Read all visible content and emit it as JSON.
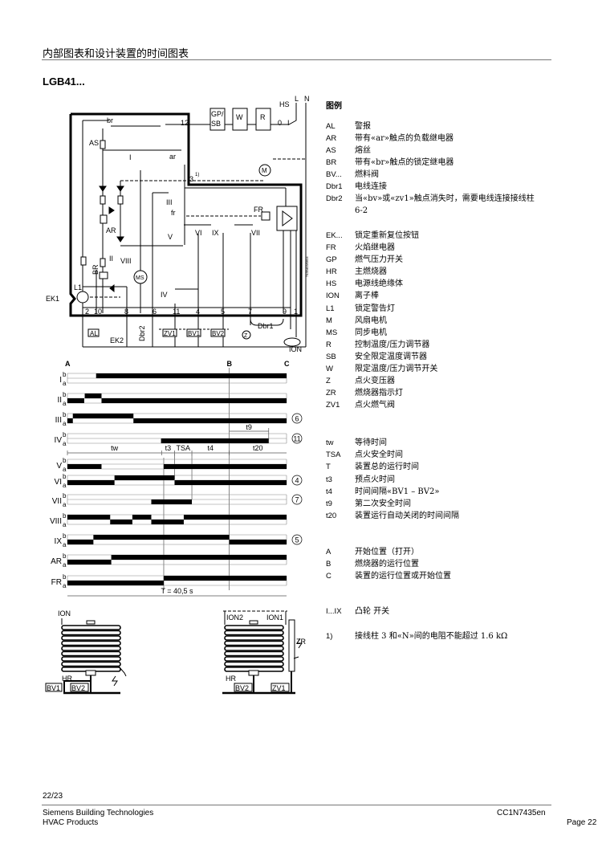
{
  "header": {
    "title": "内部图表和设计装置的时间图表",
    "model": "LGB41..."
  },
  "wiring": {
    "terminals": [
      "2",
      "10",
      "8",
      "6",
      "11",
      "4",
      "5",
      "7",
      "9",
      "1"
    ],
    "terminal_12": "12",
    "terminal_3": "3",
    "footnote_mark": "1)",
    "boxes": {
      "gpsb_1": "GP/",
      "gpsb_2": "SB",
      "w": "W",
      "r": "R",
      "al": "AL",
      "zv1": "ZV1",
      "bv1": "BV1",
      "bv2": "BV2"
    },
    "labels": {
      "hs": "HS",
      "l": "L",
      "n": "N",
      "zero": "0",
      "one": "I",
      "as": "AS",
      "l1": "L1",
      "ek1": "EK1",
      "ek2": "EK2",
      "ar": "AR",
      "br": "BR",
      "ms": "MS",
      "m": "M",
      "fr": "FR",
      "fr_contact": "fr",
      "br_contact": "br",
      "ar_contact": "ar",
      "dbr1": "Dbr1",
      "dbr2": "Dbr2",
      "ion": "ION",
      "z": "Z",
      "cam_i": "I",
      "cam_ii": "II",
      "cam_iii": "III",
      "cam_iv": "IV",
      "cam_v": "V",
      "cam_vi": "VI",
      "cam_vii": "VII",
      "cam_viii": "VIII",
      "cam_ix": "IX",
      "a": "a",
      "b": "b"
    }
  },
  "chart_data": {
    "type": "timing",
    "title": "",
    "unit": "s",
    "total_label": "T = 40,5 s",
    "xlim": [
      0,
      40.5
    ],
    "markers": [
      {
        "label": "A",
        "t": 0
      },
      {
        "label": "B",
        "t": 29.9
      },
      {
        "label": "C",
        "t": 40.5
      }
    ],
    "rows": [
      {
        "name": "I",
        "b": [
          [
            5.3,
            40.5
          ]
        ],
        "a": []
      },
      {
        "name": "II",
        "b": [
          [
            3.2,
            6.3
          ]
        ],
        "a": [
          [
            0,
            3.1
          ],
          [
            6.3,
            40.5
          ]
        ]
      },
      {
        "name": "III",
        "b": [
          [
            1.0,
            12.2
          ]
        ],
        "a": [
          [
            0,
            1.0
          ],
          [
            12.2,
            40.5
          ]
        ],
        "note": "6"
      },
      {
        "name": "IV",
        "b": [],
        "a": [
          [
            17.3,
            37.2
          ]
        ],
        "note": "11"
      },
      {
        "name": "V",
        "b": [],
        "a": [
          [
            0,
            6.3
          ],
          [
            17.8,
            40.5
          ]
        ]
      },
      {
        "name": "VI",
        "b": [
          [
            8.7,
            19.8
          ]
        ],
        "a": [
          [
            0,
            8.7
          ],
          [
            19.8,
            40.5
          ]
        ],
        "note": "4"
      },
      {
        "name": "VII",
        "b": [],
        "a": [
          [
            15.5,
            23.0
          ]
        ],
        "note": "7"
      },
      {
        "name": "VIII",
        "b": [
          [
            0,
            7.9
          ],
          [
            12.0,
            15.5
          ],
          [
            21.5,
            40.5
          ]
        ],
        "a": [
          [
            7.9,
            12.0
          ],
          [
            15.5,
            21.5
          ]
        ]
      },
      {
        "name": "IX",
        "b": [
          [
            4.8,
            29.9
          ]
        ],
        "a": [
          [
            0,
            4.8
          ],
          [
            29.9,
            40.5
          ]
        ],
        "note": "5"
      },
      {
        "name": "AR",
        "b": [
          [
            8.1,
            40.5
          ]
        ],
        "a": [
          [
            0,
            8.1
          ]
        ]
      },
      {
        "name": "FR",
        "b": [
          [
            17.8,
            40.5
          ]
        ],
        "a": [
          [
            0,
            17.8
          ]
        ]
      }
    ],
    "intervals": [
      {
        "label": "tw",
        "from": 0,
        "to": 17.4
      },
      {
        "label": "t3",
        "from": 17.4,
        "to": 19.8
      },
      {
        "label": "TSA",
        "from": 19.8,
        "to": 23.0
      },
      {
        "label": "t4",
        "from": 23.0,
        "to": 29.9
      },
      {
        "label": "t20",
        "from": 29.9,
        "to": 40.5
      }
    ],
    "t9": {
      "label": "t9",
      "from": 29.9,
      "to": 37.2
    },
    "band_labels": {
      "b": "b",
      "a": "a"
    }
  },
  "burners": {
    "left": {
      "ion": "ION",
      "hr": "HR",
      "bv1": "BV1",
      "bv2": "BV2"
    },
    "right": {
      "ion2": "ION2",
      "ion1": "ION1",
      "zr": "ZR",
      "hr": "HR",
      "bv2": "BV2",
      "zv1": "ZV1"
    }
  },
  "legend": {
    "title": "图例",
    "items": [
      {
        "code": "AL",
        "text": "警报"
      },
      {
        "code": "AR",
        "text": "带有«ar»触点的负载继电器"
      },
      {
        "code": "AS",
        "text": "熔丝"
      },
      {
        "code": "BR",
        "text": "带有«br»触点的锁定继电器"
      },
      {
        "code": "BV...",
        "text": "燃料阀"
      },
      {
        "code": "Dbr1",
        "text": "电线连接"
      },
      {
        "code": "Dbr2",
        "text": "当«bv»或«zv1»触点消失时，需要电线连接接线柱"
      },
      {
        "code": "",
        "text": "6-2"
      },
      {
        "code": "EK...",
        "text": "锁定重新复位按钮"
      },
      {
        "code": "FR",
        "text": "火焰继电器"
      },
      {
        "code": "GP",
        "text": "燃气压力开关"
      },
      {
        "code": "HR",
        "text": "主燃烧器"
      },
      {
        "code": "HS",
        "text": "电源线绝缘体"
      },
      {
        "code": "ION",
        "text": "离子棒"
      },
      {
        "code": "L1",
        "text": "锁定警告灯"
      },
      {
        "code": "M",
        "text": "风扇电机"
      },
      {
        "code": "MS",
        "text": "同步电机"
      },
      {
        "code": "R",
        "text": "控制温度/压力调节器"
      },
      {
        "code": "SB",
        "text": "安全限定温度调节器"
      },
      {
        "code": "W",
        "text": "限定温度/压力调节开关"
      },
      {
        "code": "Z",
        "text": "点火变压器"
      },
      {
        "code": "ZR",
        "text": "燃烧器指示灯"
      },
      {
        "code": "ZV1",
        "text": "点火燃气阀"
      }
    ],
    "times": [
      {
        "code": "tw",
        "text": "等待时间"
      },
      {
        "code": "TSA",
        "text": "点火安全时间"
      },
      {
        "code": "T",
        "text": "装置总的运行时间"
      },
      {
        "code": "t3",
        "text": "预点火时间"
      },
      {
        "code": "t4",
        "text": "时间间隔«BV1 – BV2»"
      },
      {
        "code": "t9",
        "text": "第二次安全时间"
      },
      {
        "code": "t20",
        "text": "装置运行自动关闭的时间间隔"
      }
    ],
    "positions": [
      {
        "code": "A",
        "text": "开始位置（打开）"
      },
      {
        "code": "B",
        "text": "燃烧器的运行位置"
      },
      {
        "code": "C",
        "text": "装置的运行位置或开始位置"
      }
    ],
    "cams": {
      "code": "I...IX",
      "text": "凸轮 开关"
    },
    "note": {
      "code": "1)",
      "text": "接线柱 3 和«N»间的电阻不能超过 1.6 kΩ"
    }
  },
  "footer": {
    "page_fraction": "22/23",
    "company": "Siemens Building Technologies",
    "division": "HVAC Products",
    "doc_id": "CC1N7435en",
    "page": "Page 22"
  }
}
